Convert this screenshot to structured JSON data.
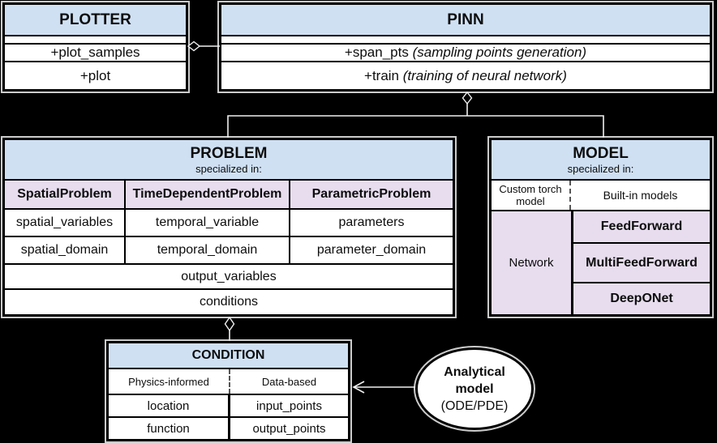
{
  "diagram": {
    "background": "#000000",
    "colors": {
      "header_blue": "#cfe0f3",
      "cell_purple": "#e7ddee",
      "box_fill": "#ffffff",
      "border": "#000000",
      "connector": "#f0f0f0"
    },
    "plotter": {
      "title": "PLOTTER",
      "attrs": [
        "+plot_samples",
        "+plot"
      ]
    },
    "pinn": {
      "title": "PINN",
      "methods": [
        {
          "name": "+span_pts",
          "note": "(sampling points generation)"
        },
        {
          "name": "+train",
          "note": "(training of neural network)"
        }
      ]
    },
    "problem": {
      "title": "PROBLEM",
      "subtitle": "specialized in:",
      "col_headers": [
        "SpatialProblem",
        "TimeDependentProblem",
        "ParametricProblem"
      ],
      "row1": [
        "spatial_variables",
        "temporal_variable",
        "parameters"
      ],
      "row2": [
        "spatial_domain",
        "temporal_domain",
        "parameter_domain"
      ],
      "shared_rows": [
        "output_variables",
        "conditions"
      ]
    },
    "model": {
      "title": "MODEL",
      "subtitle": "specialized in:",
      "custom_header": "Custom torch model",
      "builtin_header": "Built-in models",
      "custom_cell": "Network",
      "builtin_cells": [
        "FeedForward",
        "MultiFeedForward",
        "DeepONet"
      ]
    },
    "condition": {
      "title": "CONDITION",
      "left_header": "Physics-informed",
      "right_header": "Data-based",
      "left_rows": [
        "location",
        "function"
      ],
      "right_rows": [
        "input_points",
        "output_points"
      ]
    },
    "analytical_model": {
      "lines": [
        "Analytical",
        "model",
        "(ODE/PDE)"
      ]
    }
  }
}
